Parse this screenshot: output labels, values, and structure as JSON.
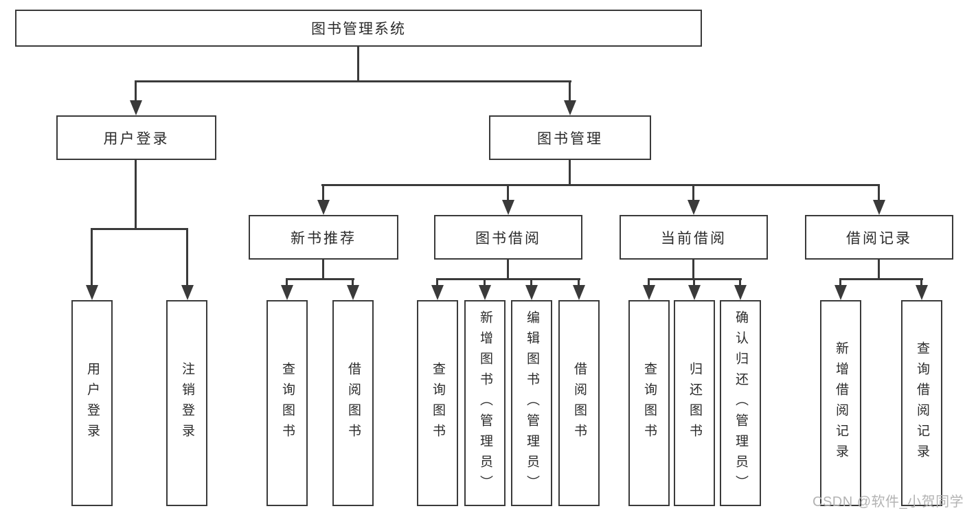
{
  "diagram_type": "functional-structure-tree",
  "tree": {
    "root": "图书管理系统",
    "children": [
      {
        "label": "用户登录",
        "children": [
          "用户登录",
          "注销登录"
        ]
      },
      {
        "label": "图书管理",
        "children": [
          {
            "label": "新书推荐",
            "children": [
              "查询图书",
              "借阅图书"
            ]
          },
          {
            "label": "图书借阅",
            "children": [
              "查询图书",
              "新增图书（管理员）",
              "编辑图书（管理员）",
              "借阅图书"
            ]
          },
          {
            "label": "当前借阅",
            "children": [
              "查询图书",
              "归还图书",
              "确认归还（管理员）"
            ]
          },
          {
            "label": "借阅记录",
            "children": [
              "新增借阅记录",
              "查询借阅记录"
            ]
          }
        ]
      }
    ]
  },
  "watermark": "CSDN @软件_小贺同学",
  "colors": {
    "line": "#3a3a3a",
    "text": "#2b2b2b",
    "box_fill": "#ffffff",
    "background": "#ffffff",
    "watermark": "#b3b3b3"
  }
}
